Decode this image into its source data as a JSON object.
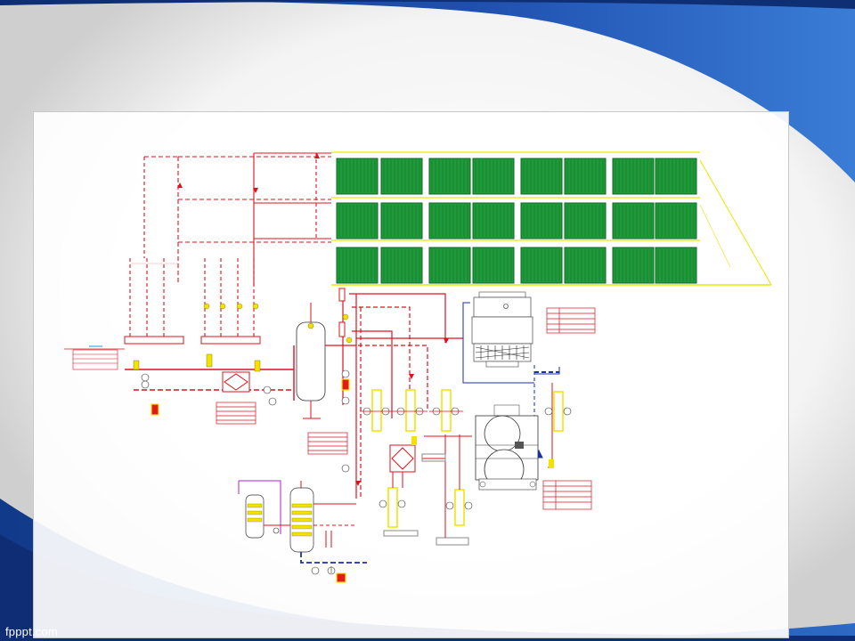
{
  "slide": {
    "footer_brand": "fpppt.com",
    "colors": {
      "band_dark": "#123a8a",
      "band_light": "#3f7fd6",
      "pipe_hot": "#d9141e",
      "pipe_return": "#e0383f",
      "collector": "#1f9a3a",
      "collector_frame": "#e7e600",
      "valve": "#f2e200",
      "cold_line": "#1a2fb0",
      "purple_line": "#b21fd0"
    }
  },
  "diagram": {
    "collector_rows": 3,
    "collectors_per_row": 8,
    "component_icons": [
      "solar-collector-icon",
      "storage-tank-icon",
      "cooling-tower-icon",
      "absorption-chiller-icon",
      "heat-exchanger-icon",
      "pump-icon",
      "valve-icon",
      "legend-table-icon"
    ]
  }
}
